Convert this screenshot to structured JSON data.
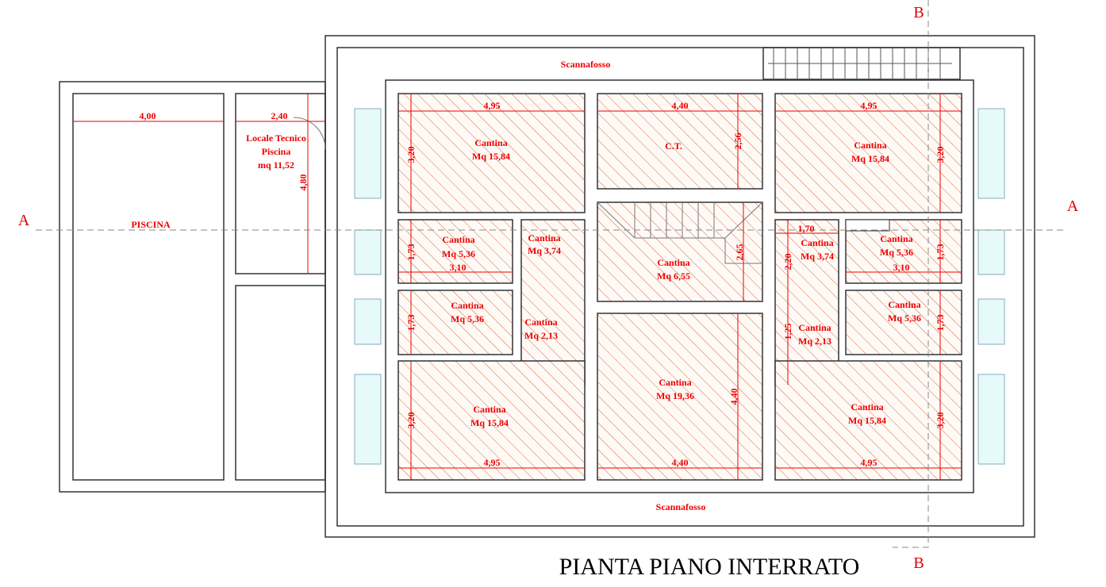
{
  "title": "PIANTA PIANO INTERRATO",
  "section_marks": {
    "a_left": "A",
    "a_right": "A",
    "b_top": "B",
    "b_bottom": "B"
  },
  "labels": {
    "scannafosso_top": "Scannafosso",
    "scannafosso_bottom": "Scannafosso",
    "piscina": "PISCINA",
    "locale_1": "Locale Tecnico",
    "locale_2": "Piscina",
    "locale_3": "mq 11,52"
  },
  "rooms": [
    {
      "name": "Cantina",
      "area": "Mq 15,84"
    },
    {
      "name": "C.T.",
      "area": ""
    },
    {
      "name": "Cantina",
      "area": "Mq 15,84"
    },
    {
      "name": "Cantina",
      "area": "Mq 5,36"
    },
    {
      "name": "Cantina",
      "area": "Mq 3,74"
    },
    {
      "name": "Cantina",
      "area": "Mq 6,55"
    },
    {
      "name": "Cantina",
      "area": "Mq 3,74"
    },
    {
      "name": "Cantina",
      "area": "Mq 5,36"
    },
    {
      "name": "Cantina",
      "area": "Mq 5,36"
    },
    {
      "name": "Cantina",
      "area": "Mq 2,13"
    },
    {
      "name": "Cantina",
      "area": "Mq 19,36"
    },
    {
      "name": "Cantina",
      "area": "Mq 2,13"
    },
    {
      "name": "Cantina",
      "area": "Mq 5,36"
    },
    {
      "name": "Cantina",
      "area": "Mq 15,84"
    },
    {
      "name": "Cantina",
      "area": "Mq 15,84"
    }
  ],
  "dims": [
    "4,00",
    "2,40",
    "4,80",
    "4,95",
    "4,40",
    "4,95",
    "3,20",
    "2,56",
    "3,20",
    "1,73",
    "3,10",
    "2,65",
    "2,20",
    "1,70",
    "3,10",
    "1,73",
    "1,73",
    "1,25",
    "1,73",
    "3,20",
    "4,95",
    "4,40",
    "4,40",
    "4,95",
    "3,20"
  ],
  "colors": {
    "annotation": "#e00000",
    "window": "#e6fafa"
  }
}
